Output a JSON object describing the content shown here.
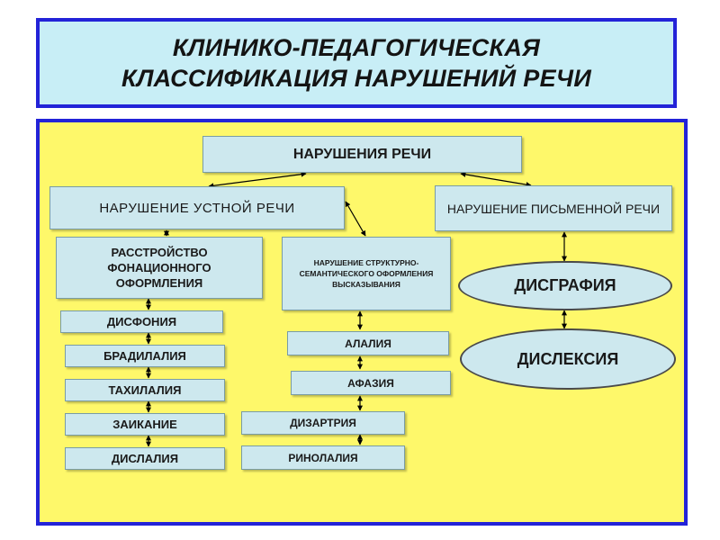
{
  "title": {
    "line1": "КЛИНИКО-ПЕДАГОГИЧЕСКАЯ",
    "line2": "КЛАССИФИКАЦИЯ НАРУШЕНИЙ РЕЧИ"
  },
  "diagram": {
    "root": "НАРУШЕНИЯ РЕЧИ",
    "oral": "НАРУШЕНИЕ УСТНОЙ РЕЧИ",
    "written": "НАРУШЕНИЕ ПИСЬМЕННОЙ РЕЧИ",
    "phonation": "РАССТРОЙСТВО ФОНАЦИОННОГО ОФОРМЛЕНИЯ",
    "structural": "НАРУШЕНИЕ СТРУКТУРНО-СЕМАНТИЧЕСКОГО ОФОРМЛЕНИЯ ВЫСКАЗЫВАНИЯ",
    "phonation_items": [
      "ДИСФОНИЯ",
      "БРАДИЛАЛИЯ",
      "ТАХИЛАЛИЯ",
      "ЗАИКАНИЕ",
      "ДИСЛАЛИЯ"
    ],
    "structural_items": [
      "АЛАЛИЯ",
      "АФАЗИЯ",
      "ДИЗАРТРИЯ",
      "РИНОЛАЛИЯ"
    ],
    "written_items": [
      "ДИСГРАФИЯ",
      "ДИСЛЕКСИЯ"
    ]
  },
  "colors": {
    "panel_border": "#2323d8",
    "title_bg": "#c8eef6",
    "diagram_bg": "#fef86a",
    "box_bg": "#cde8ee"
  }
}
